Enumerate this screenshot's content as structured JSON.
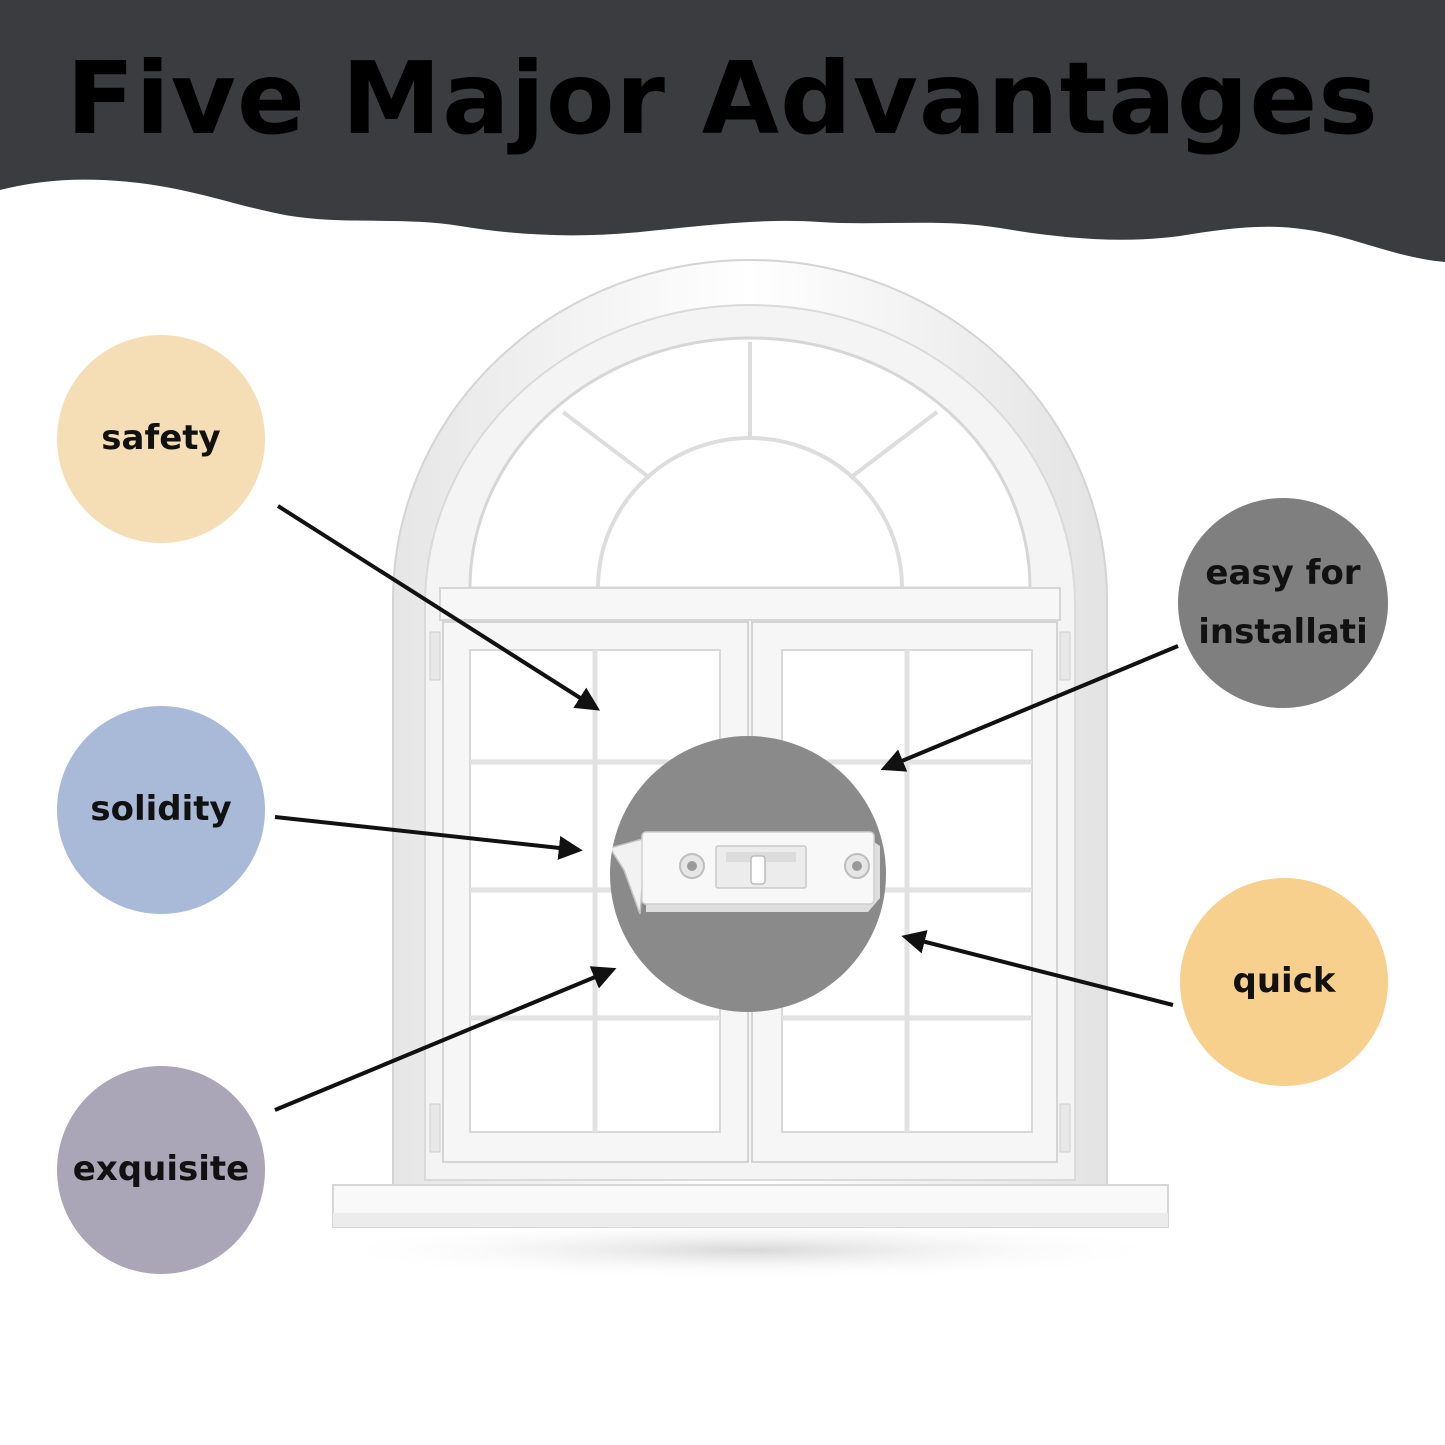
{
  "title": "Five Major Advantages",
  "colors": {
    "banner": "#3b3c3f",
    "safety": "#f5deb6",
    "solidity": "#a9b9d8",
    "exquisite": "#aaa5b7",
    "easy": "#7f7f7f",
    "quick": "#f8d08e",
    "lens": "#8a8a8a"
  },
  "advantages": {
    "safety": "safety",
    "solidity": "solidity",
    "exquisite": "exquisite",
    "easy_line1": "easy for",
    "easy_line2": "installati",
    "quick": "quick"
  },
  "icons": {
    "window": "arched-window-icon",
    "latch": "window-latch-icon",
    "arrows": "pointer-arrow-icon"
  }
}
